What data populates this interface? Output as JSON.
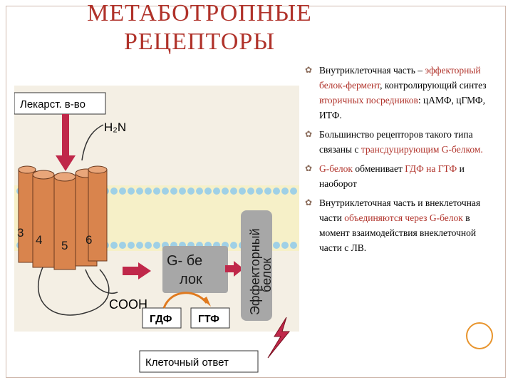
{
  "title": {
    "line1": "МЕТАБОТРОПНЫЕ",
    "line2": "РЕЦЕПТОРЫ"
  },
  "diagram": {
    "drug_label": "Лекарст. в-во",
    "amine_label": "H₂N",
    "cooh_label": "COOH",
    "helix_numbers": [
      "3",
      "4",
      "5",
      "6"
    ],
    "g_protein_label_1": "G- бе",
    "g_protein_label_2": "лок",
    "gdp_label": "ГДФ",
    "gtp_label": "ГТФ",
    "effector_label_1": "Эффекторный",
    "effector_label_2": "белок",
    "cell_response_label": "Клеточный ответ"
  },
  "bullets": [
    {
      "parts": [
        {
          "text": "Внутриклеточная часть – ",
          "red": false
        },
        {
          "text": "эффекторный белок-фермент",
          "red": true
        },
        {
          "text": ", контролирующий синтез ",
          "red": false
        },
        {
          "text": "вторичных посредников",
          "red": true
        },
        {
          "text": ": цАМФ, цГМФ, ИТФ.",
          "red": false
        }
      ]
    },
    {
      "parts": [
        {
          "text": "Большинство рецепторов такого типа связаны с ",
          "red": false
        },
        {
          "text": "трансдуцирующим G-белком.",
          "red": true
        }
      ]
    },
    {
      "parts": [
        {
          "text": "G-белок ",
          "red": true
        },
        {
          "text": "обменивает ",
          "red": false
        },
        {
          "text": "ГДФ на ГТФ",
          "red": true
        },
        {
          "text": " и наоборот",
          "red": false
        }
      ]
    },
    {
      "parts": [
        {
          "text": "Внутриклеточная часть и внеклеточная части ",
          "red": false
        },
        {
          "text": "объединяются через G-белок",
          "red": true
        },
        {
          "text": " в момент взаимодействия внеклеточной части с ЛВ.",
          "red": false
        }
      ]
    }
  ]
}
